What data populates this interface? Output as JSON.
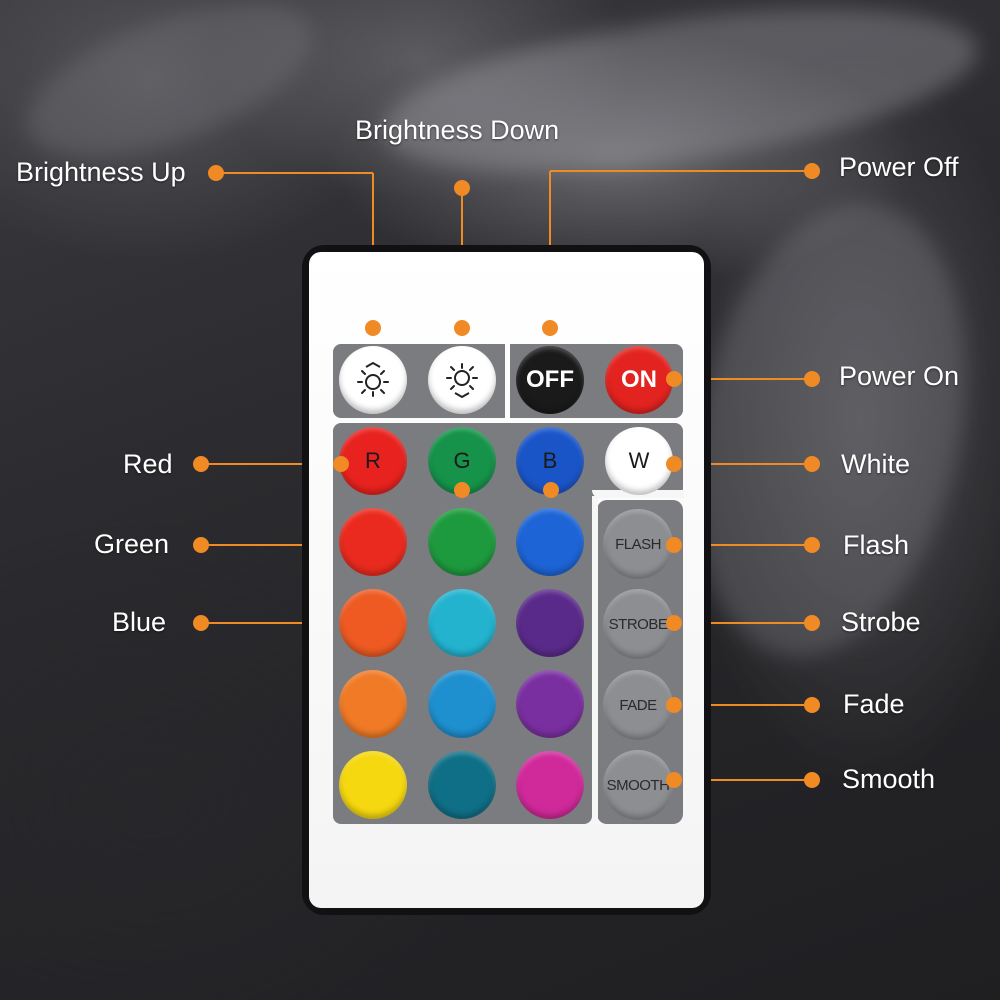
{
  "labels": {
    "brightness_up": "Brightness Up",
    "brightness_down": "Brightness Down",
    "power_off": "Power Off",
    "power_on": "Power On",
    "red": "Red",
    "white": "White",
    "green": "Green",
    "flash": "Flash",
    "blue": "Blue",
    "strobe": "Strobe",
    "fade": "Fade",
    "smooth": "Smooth"
  },
  "buttons": {
    "off": "OFF",
    "on": "ON",
    "r": "R",
    "g": "G",
    "b": "B",
    "w": "W",
    "flash": "FLASH",
    "strobe": "STROBE",
    "fade": "FADE",
    "smooth": "SMOOTH"
  },
  "colors": {
    "callout": "#f08a24",
    "panel": "#7b7c80",
    "color_grid": [
      [
        "#e8221f",
        "#16924a",
        "#1a55c8"
      ],
      [
        "#ea2a1e",
        "#1e9a3e",
        "#1d64d6"
      ],
      [
        "#ee5a22",
        "#23b3cf",
        "#5a2a8a"
      ],
      [
        "#f07a26",
        "#1e8fcf",
        "#7a2fa0"
      ],
      [
        "#f5d80f",
        "#0f6f86",
        "#d0299a"
      ]
    ]
  }
}
